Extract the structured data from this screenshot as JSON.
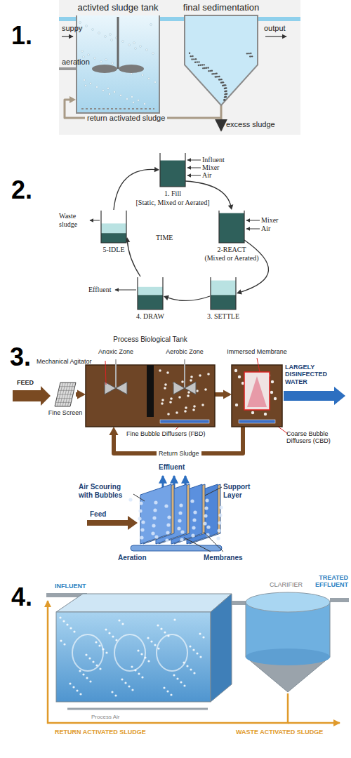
{
  "diagram": {
    "nodes": [
      {
        "text": [
          "activted sludge tank"
        ]
      },
      {
        "text": [
          "final sedimentation"
        ]
      },
      {
        "text": [
          "1. Fill",
          "Influent",
          "Mixer",
          "Air",
          "[Static, Mixed or Aerated]"
        ]
      },
      {
        "text": [
          "Mixer",
          "Air",
          "2-REACT",
          "(Mixed or Aerated)"
        ]
      },
      {
        "text": [
          "3. SETTLE"
        ]
      },
      {
        "text": [
          "4. DRAW",
          "Effluent"
        ]
      },
      {
        "text": [
          "5-IDLE",
          "Waste sludge"
        ]
      },
      {
        "text": [
          "Fine Screen"
        ]
      },
      {
        "text": [
          "Process Biological Tank"
        ]
      },
      {
        "text": [
          "Anoxic Zone"
        ],
        "in": 8
      },
      {
        "text": [
          "Aerobic Zone"
        ],
        "in": 8
      },
      {
        "text": [
          "Immersed Membrane"
        ]
      }
    ],
    "edges": [
      {
        "from": 0,
        "to": 1,
        "arrow": "none"
      },
      {
        "from": 1,
        "to": 0,
        "label": "return activated sludge",
        "arrow": "to"
      },
      {
        "from": 2,
        "to": 3,
        "arrow": "to"
      },
      {
        "from": 3,
        "to": 4,
        "arrow": "to"
      },
      {
        "from": 4,
        "to": 5,
        "arrow": "to"
      },
      {
        "from": 5,
        "to": 6,
        "arrow": "to"
      },
      {
        "from": 6,
        "to": 2,
        "arrow": "to"
      },
      {
        "from": 7,
        "to": 8,
        "arrow": "to"
      },
      {
        "from": 8,
        "to": 11,
        "arrow": "to"
      },
      {
        "from": 11,
        "to": 8,
        "label": "Return Sludge",
        "arrow": "to"
      }
    ],
    "labels": [
      "1.",
      "suppy",
      "aeration",
      "output",
      "excess sludge",
      "2.",
      "TIME",
      "3.",
      "Mechanical Agitator",
      "FEED",
      "LARGELY DISINFECTED WATER",
      "Fine Bubble Diffusers (FBD)",
      "Coarse Bubble Diffusers (CBD)",
      "Effluent",
      "Air Scouring with Bubbles",
      "Support Layer",
      "Feed",
      "Aeration",
      "Membranes",
      "4.",
      "INFLUENT",
      "CLARIFIER",
      "TREATED EFFLUENT",
      "Process Air",
      "RETURN ACTIVATED SLUDGE",
      "WASTE ACTIVATED SLUDGE"
    ]
  }
}
